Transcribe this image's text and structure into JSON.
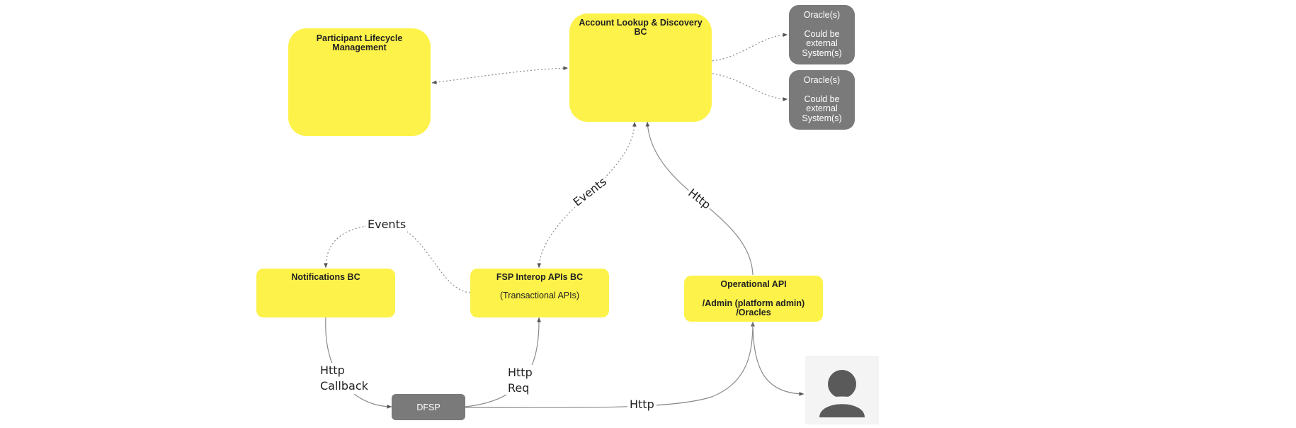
{
  "boxes": {
    "participant_lifecycle": {
      "title": "Participant Lifecycle Management"
    },
    "account_lookup": {
      "title": "Account Lookup & Discovery BC"
    },
    "oracle_1": {
      "name": "Oracle(s)",
      "note": "Could be external System(s)"
    },
    "oracle_2": {
      "name": "Oracle(s)",
      "note": "Could be external System(s)"
    },
    "notifications": {
      "title": "Notifications BC"
    },
    "fsp_interop": {
      "title": "FSP Interop APIs BC",
      "subtitle": "(Transactional APIs)"
    },
    "operational_api": {
      "title": "Operational API",
      "line1": "/Admin (platform admin)",
      "line2": "/Oracles"
    },
    "dfsp": {
      "title": "DFSP"
    }
  },
  "edges": {
    "events_fsp_to_account": "Events",
    "http_operational_to_account": "Http",
    "events_fsp_to_notifications": "Events",
    "http_callback": "Http\nCallback",
    "http_req": "Http\nReq",
    "http_dfsp_to_operational": "Http"
  },
  "icons": {
    "user": "user-icon"
  },
  "colors": {
    "box_yellow": "#fdf24a",
    "box_gray": "#7a7a7a",
    "edge_line": "#8a8a8a",
    "user_icon": "#5a5a5a"
  }
}
